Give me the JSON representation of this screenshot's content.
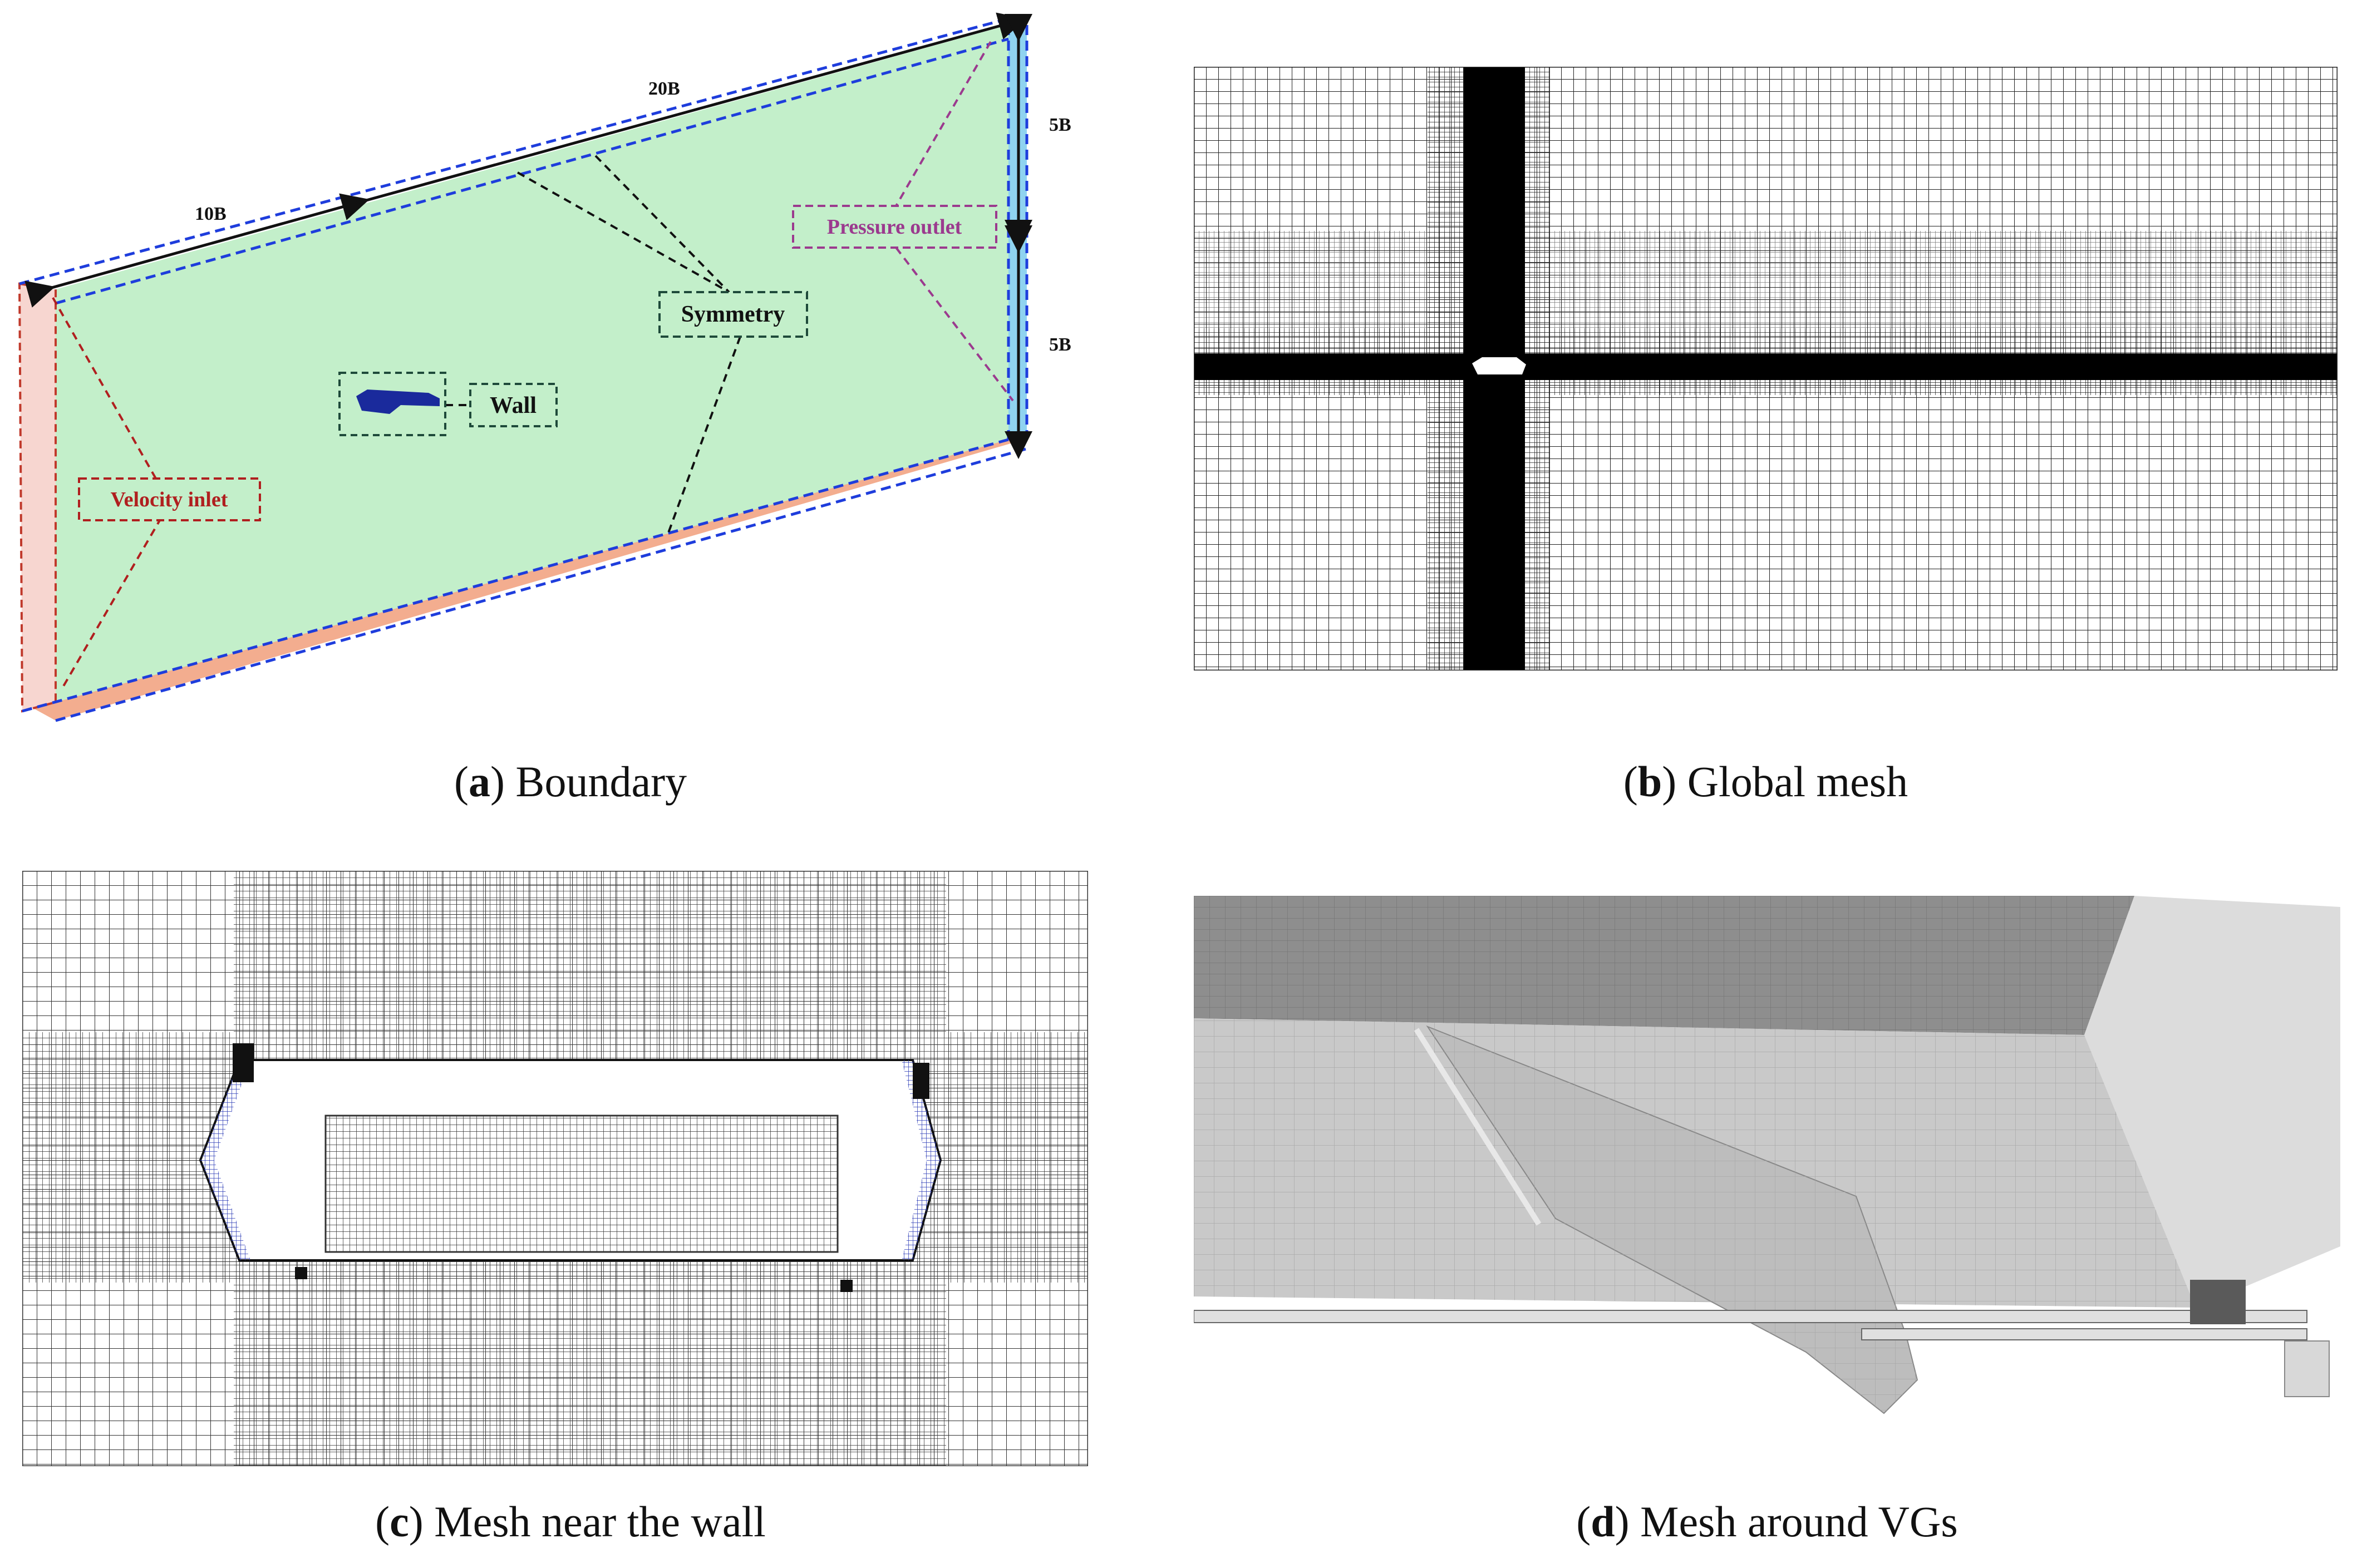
{
  "panels": {
    "a": {
      "letter": "a",
      "caption": "Boundary",
      "labels": {
        "dim_10b": "10B",
        "dim_20b": "20B",
        "dim_5b_top": "5B",
        "dim_5b_bottom": "5B",
        "pressure_outlet": "Pressure outlet",
        "symmetry": "Symmetry",
        "wall": "Wall",
        "velocity_inlet": "Velocity inlet"
      },
      "colors": {
        "domain_face": "#c3efca",
        "bottom_face": "#f3ad8f",
        "outlet_face": "#8fd3f0",
        "inlet_stroke": "#c0392b",
        "boundary_dash": "#1e3ddc",
        "pressure_outlet": "#9b3a8e",
        "velocity_inlet": "#b01f1f",
        "wall_body": "#1a2a9c"
      }
    },
    "b": {
      "letter": "b",
      "caption": "Global mesh"
    },
    "c": {
      "letter": "c",
      "caption": "Mesh near the wall"
    },
    "d": {
      "letter": "d",
      "caption": "Mesh around VGs"
    }
  }
}
